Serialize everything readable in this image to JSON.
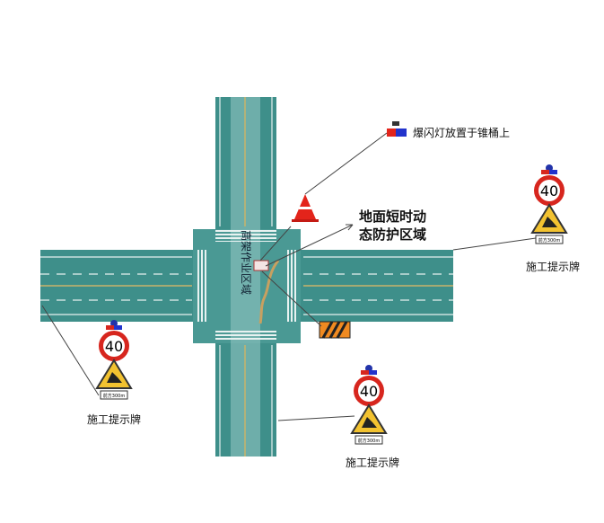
{
  "labels": {
    "flash_light": "爆闪灯放置于锥桶上",
    "ground_zone_line1": "地面短时动",
    "ground_zone_line2": "态防护区域",
    "work_zone": "高架作业区域",
    "sign_caption": "施工提示牌"
  },
  "sign": {
    "speed_limit": "40",
    "plate_text": "前方300m"
  },
  "colors": {
    "road": "#3e8f8a",
    "work_strip": "#8fc3c0",
    "cone": "#e3241b",
    "sign_red": "#d7261e",
    "warning_yellow": "#f2c230"
  }
}
